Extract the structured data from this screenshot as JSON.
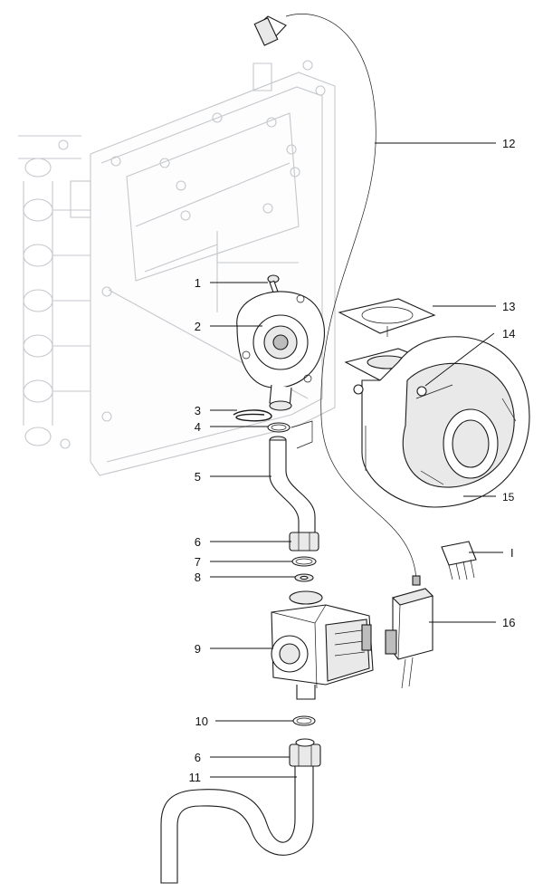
{
  "figure": {
    "callouts": [
      {
        "id": "c1",
        "text": "1"
      },
      {
        "id": "c2",
        "text": "2"
      },
      {
        "id": "c3",
        "text": "3"
      },
      {
        "id": "c4",
        "text": "4"
      },
      {
        "id": "c5",
        "text": "5"
      },
      {
        "id": "c6a",
        "text": "6"
      },
      {
        "id": "c7",
        "text": "7"
      },
      {
        "id": "c8",
        "text": "8"
      },
      {
        "id": "c9",
        "text": "9"
      },
      {
        "id": "c10",
        "text": "10"
      },
      {
        "id": "c6b",
        "text": "6"
      },
      {
        "id": "c11",
        "text": "11"
      },
      {
        "id": "c12",
        "text": "12"
      },
      {
        "id": "c13",
        "text": "13"
      },
      {
        "id": "c14",
        "text": "14"
      },
      {
        "id": "c15",
        "text": "15"
      },
      {
        "id": "cI",
        "text": "I"
      },
      {
        "id": "c16",
        "text": "16"
      }
    ]
  }
}
